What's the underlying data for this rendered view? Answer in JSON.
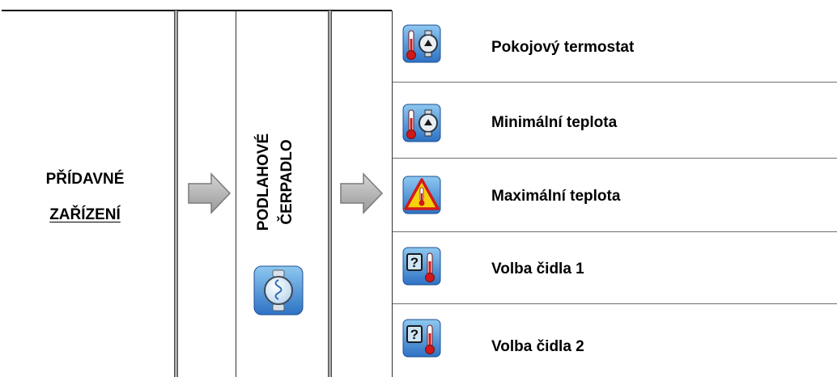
{
  "category": {
    "line1": "PŘÍDAVNÉ",
    "line2": "ZAŘÍZENÍ"
  },
  "submenu": {
    "line1": "PODLAHOVÉ",
    "line2": "ČERPADLO",
    "icon": "floor-pump-icon"
  },
  "arrows": [
    "right-arrow-icon",
    "right-arrow-icon"
  ],
  "items": [
    {
      "label": "Pokojový termostat",
      "icon": "thermometer-pump-icon"
    },
    {
      "label": "Minimální teplota",
      "icon": "thermometer-pump-icon"
    },
    {
      "label": "Maximální teplota",
      "icon": "warning-thermometer-icon"
    },
    {
      "label": "Volba čidla 1",
      "icon": "sensor-select-icon"
    },
    {
      "label": "Volba čidla 2",
      "icon": "sensor-select-icon"
    }
  ]
}
